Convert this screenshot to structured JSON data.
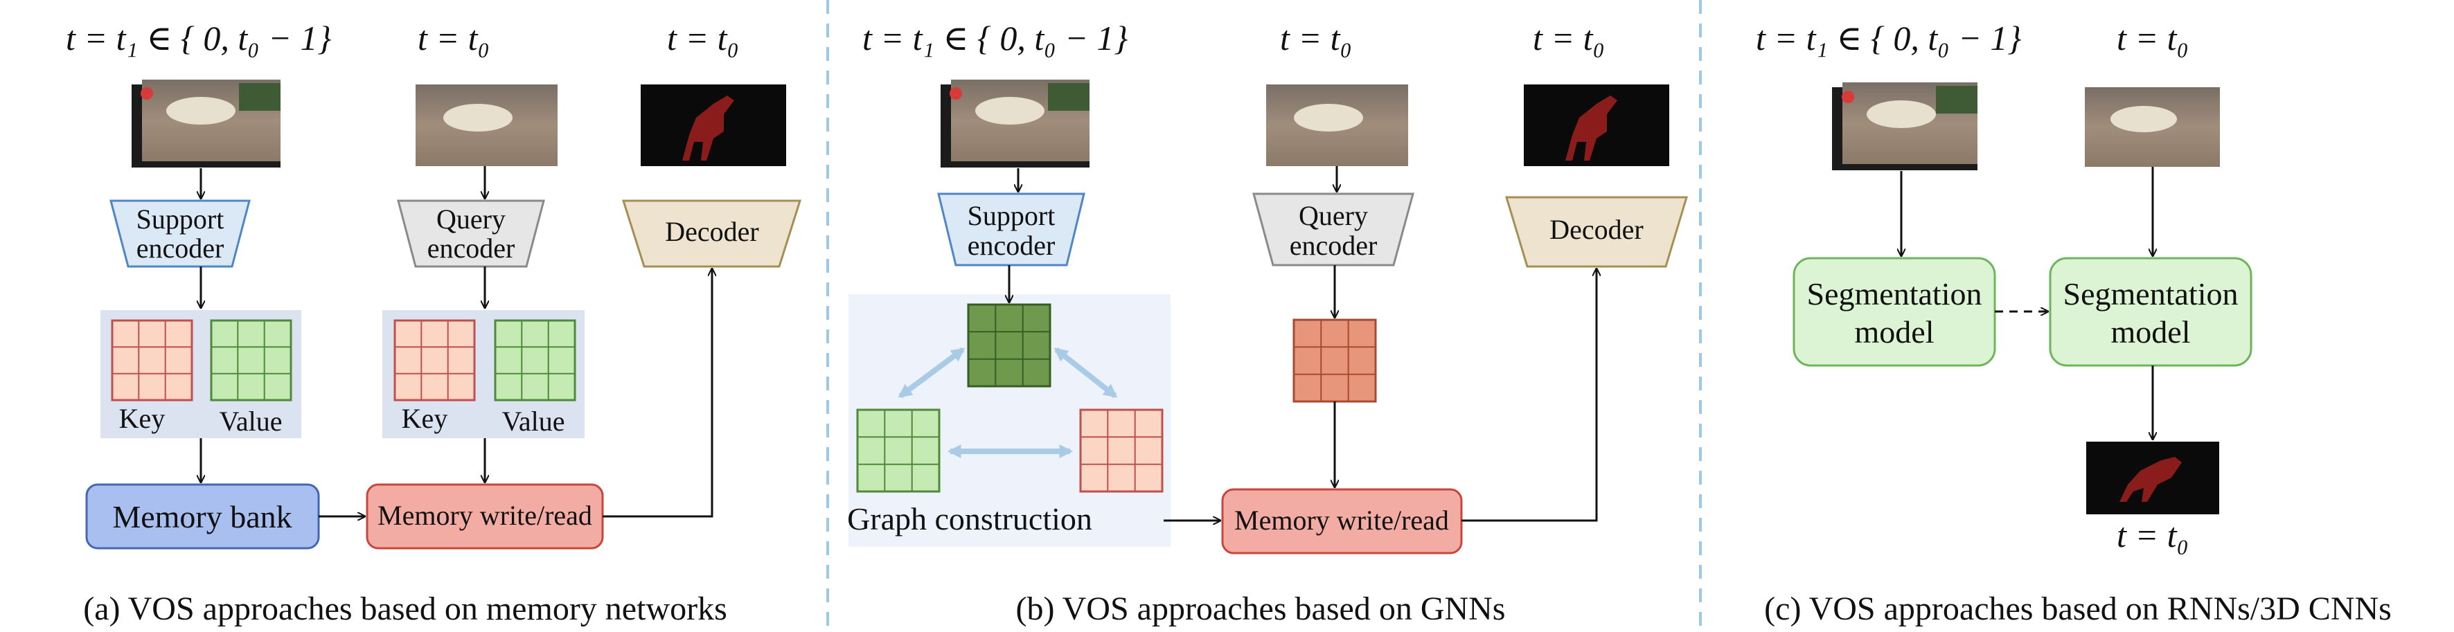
{
  "colors": {
    "separator": "#9cc9ea",
    "support_encoder_fill": "#dbe9f6",
    "support_encoder_stroke": "#4f86c6",
    "query_encoder_fill": "#e6e6e6",
    "query_encoder_stroke": "#8a8a8a",
    "decoder_fill": "#ede3cf",
    "decoder_stroke": "#a68f55",
    "memory_bank_fill": "#a9bff0",
    "memory_bank_stroke": "#4565b5",
    "memory_rw_fill": "#f2aca4",
    "memory_rw_stroke": "#c9463d",
    "key_fill": "#fbd6c4",
    "key_stroke": "#c0504d",
    "value_fill": "#c6eab4",
    "value_stroke": "#4f8a3a",
    "graph_center_fill": "#6f9a4e",
    "graph_center_stroke": "#345f22",
    "query_key_fill": "#e8967b",
    "query_key_stroke": "#a74a2f",
    "seg_fill": "#dcf4d3",
    "seg_stroke": "#6cb55a",
    "kv_panel_bg": "#dbe3f1",
    "graph_panel_bg": "#eef2fb",
    "mask_red": "#8a1c1c"
  },
  "panel_a": {
    "t_support": "t = t₁ ∈ { 0, t₀ − 1}",
    "t_query": "t = t₀",
    "t_decoder": "t = t₀",
    "support_encoder": [
      "Support",
      "encoder"
    ],
    "query_encoder": [
      "Query",
      "encoder"
    ],
    "decoder": "Decoder",
    "support_key": "Key",
    "support_value": "Value",
    "query_key": "Key",
    "query_value": "Value",
    "memory_bank": "Memory bank",
    "memory_rw": "Memory write/read",
    "caption": "(a) VOS approaches based on memory networks"
  },
  "panel_b": {
    "t_support": "t = t₁ ∈ { 0, t₀ − 1}",
    "t_query": "t = t₀",
    "t_decoder": "t = t₀",
    "support_encoder": [
      "Support",
      "encoder"
    ],
    "query_encoder": [
      "Query",
      "encoder"
    ],
    "decoder": "Decoder",
    "graph_construction": "Graph construction",
    "memory_rw": "Memory write/read",
    "caption": "(b) VOS approaches based on GNNs"
  },
  "panel_c": {
    "t_support": "t = t₁ ∈ { 0, t₀ − 1}",
    "t_query": "t = t₀",
    "t_output": "t = t₀",
    "seg_model_left": [
      "Segmentation",
      "model"
    ],
    "seg_model_right": [
      "Segmentation",
      "model"
    ],
    "caption": "(c) VOS approaches based on RNNs/3D CNNs"
  }
}
